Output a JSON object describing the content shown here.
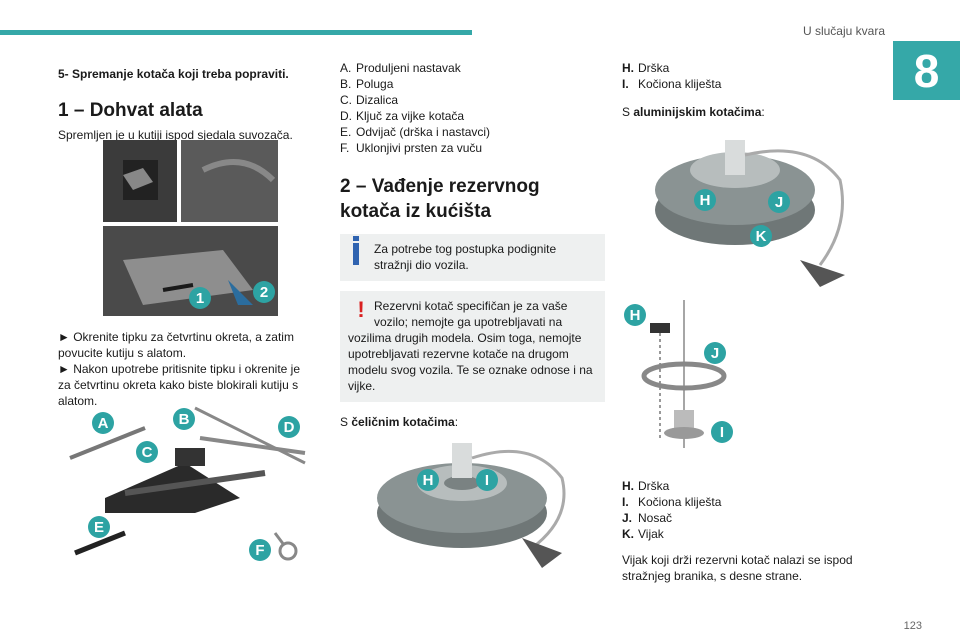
{
  "header": {
    "section": "U slučaju kvara",
    "chapter": "8"
  },
  "col1": {
    "step_heading": "5- Spremanje kotača koji treba popraviti.",
    "h1": "1 – Dohvat alata",
    "intro": "Spremljen je u kutiji ispod sjedala suvozača.",
    "fig1_badges": [
      "1",
      "2"
    ],
    "bullet1": "► Okrenite tipku za četvrtinu okreta, a zatim povucite kutiju s alatom.",
    "bullet2": "► Nakon upotrebe pritisnite tipku i okrenite je za četvrtinu okreta kako biste blokirali kutiju s alatom.",
    "fig2_badges": [
      "A",
      "B",
      "C",
      "D",
      "E",
      "F"
    ]
  },
  "col2": {
    "tools": [
      {
        "key": "A.",
        "text": "Produljeni nastavak"
      },
      {
        "key": "B.",
        "text": "Poluga"
      },
      {
        "key": "C.",
        "text": "Dizalica"
      },
      {
        "key": "D.",
        "text": "Ključ za vijke kotača"
      },
      {
        "key": "E.",
        "text": "Odvijač (drška i nastavci)"
      },
      {
        "key": "F.",
        "text": "Uklonjivi prsten za vuču"
      }
    ],
    "h2": "2 – Vađenje rezervnog kotača iz kućišta",
    "info": "Za potrebe tog postupka podignite stražnji dio vozila.",
    "warning": "Rezervni kotač specifičan je za vaše vozilo; nemojte ga upotrebljavati na vozilima drugih modela. Osim toga, nemojte upotrebljavati rezervne kotače na drugom modelu svog vozila. Te se oznake odnose i na vijke.",
    "steel_prefix": "S ",
    "steel_bold": "čeličnim kotačima",
    "steel_suffix": ":",
    "fig3_badges": [
      "H",
      "I"
    ]
  },
  "col3": {
    "top_list": [
      {
        "key": "H.",
        "text": "Drška"
      },
      {
        "key": "I.",
        "text": "Kočiona kliješta"
      }
    ],
    "alu_prefix": "S ",
    "alu_bold": "aluminijskim kotačima",
    "alu_suffix": ":",
    "fig4_badges": [
      "H",
      "J",
      "K"
    ],
    "fig5_badges": [
      "H",
      "J",
      "I"
    ],
    "bottom_list": [
      {
        "key": "H.",
        "text": "Drška"
      },
      {
        "key": "I.",
        "text": "Kočiona kliješta"
      },
      {
        "key": "J.",
        "text": "Nosač"
      },
      {
        "key": "K.",
        "text": "Vijak"
      }
    ],
    "closing": "Vijak koji drži rezervni kotač nalazi se ispod stražnjeg branika, s desne strane."
  },
  "footer": {
    "page": "123"
  },
  "colors": {
    "accent": "#35a8a8",
    "info": "#2f63b0",
    "warning": "#d92020"
  }
}
